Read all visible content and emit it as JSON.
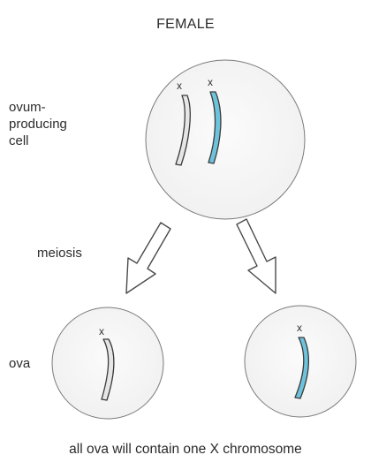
{
  "title": "FEMALE",
  "labels": {
    "parent_cell": "ovum-\nproducing\ncell",
    "process": "meiosis",
    "gametes": "ova"
  },
  "chromosome_mark": "x",
  "caption": "all ova will contain one X chromosome",
  "colors": {
    "plain_chromosome_fill": "#e6e6e6",
    "marked_chromosome_fill": "#6ec3dc",
    "outline": "#3a3a3a",
    "cell_outline": "#7a7a7a"
  }
}
